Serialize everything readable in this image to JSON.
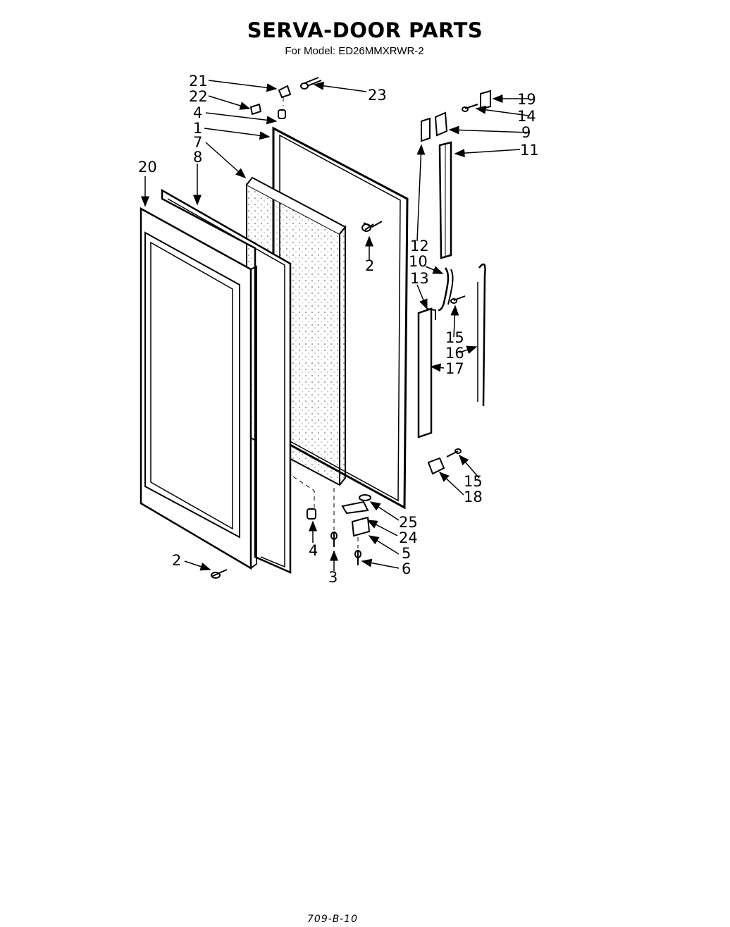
{
  "header": {
    "title": "SERVA-DOOR PARTS",
    "subtitle": "For Model: ED26MMXRWR-2"
  },
  "footer": {
    "code": "709-B-10"
  },
  "callouts": [
    "21",
    "22",
    "4",
    "1",
    "7",
    "8",
    "20",
    "23",
    "19",
    "14",
    "9",
    "11",
    "2",
    "12",
    "10",
    "13",
    "15",
    "16",
    "17",
    "15",
    "18",
    "25",
    "24",
    "5",
    "6",
    "4",
    "3",
    "2"
  ]
}
